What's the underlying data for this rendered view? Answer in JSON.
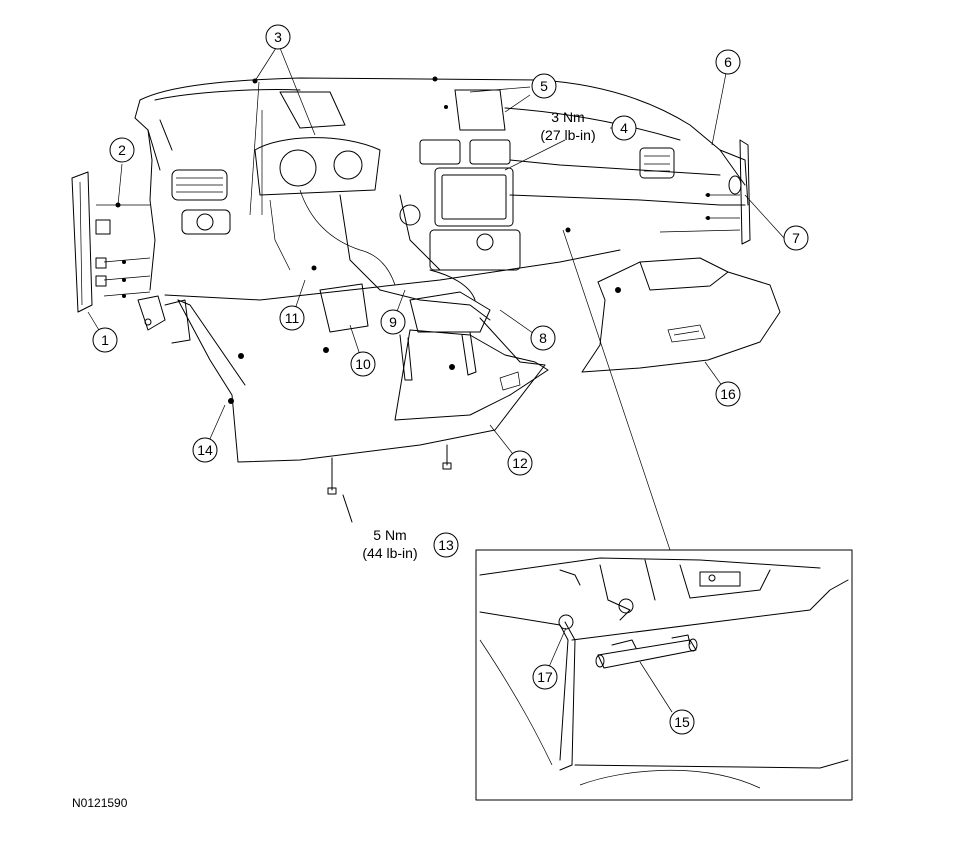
{
  "figure_id": "N0121590",
  "callouts": {
    "c1": "1",
    "c2": "2",
    "c3": "3",
    "c4": "4",
    "c5": "5",
    "c6": "6",
    "c7": "7",
    "c8": "8",
    "c9": "9",
    "c10": "10",
    "c11": "11",
    "c12": "12",
    "c13": "13",
    "c14": "14",
    "c15": "15",
    "c16": "16",
    "c17": "17"
  },
  "torque_specs": {
    "t1_nm": "3 Nm",
    "t1_lbin": "(27 lb-in)",
    "t2_nm": "5 Nm",
    "t2_lbin": "(44 lb-in)"
  }
}
